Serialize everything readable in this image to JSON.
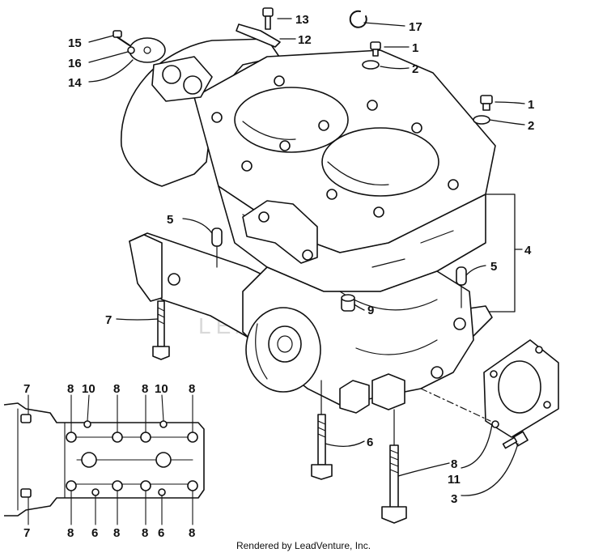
{
  "callouts": {
    "c1a": "1",
    "c1b": "1",
    "c2a": "2",
    "c2b": "2",
    "c3": "3",
    "c4": "4",
    "c5a": "5",
    "c5b": "5",
    "c6": "6",
    "c7": "7",
    "c8": "8",
    "c9": "9",
    "c11": "11",
    "c12": "12",
    "c13": "13",
    "c14": "14",
    "c15": "15",
    "c16": "16",
    "c17": "17"
  },
  "inset": {
    "top": [
      "7",
      "8",
      "10",
      "8",
      "8",
      "10",
      "8"
    ],
    "bottom": [
      "7",
      "8",
      "6",
      "8",
      "8",
      "6",
      "8"
    ]
  },
  "watermark": "LEADVENTURE",
  "credit": "Rendered by LeadVenture, Inc."
}
